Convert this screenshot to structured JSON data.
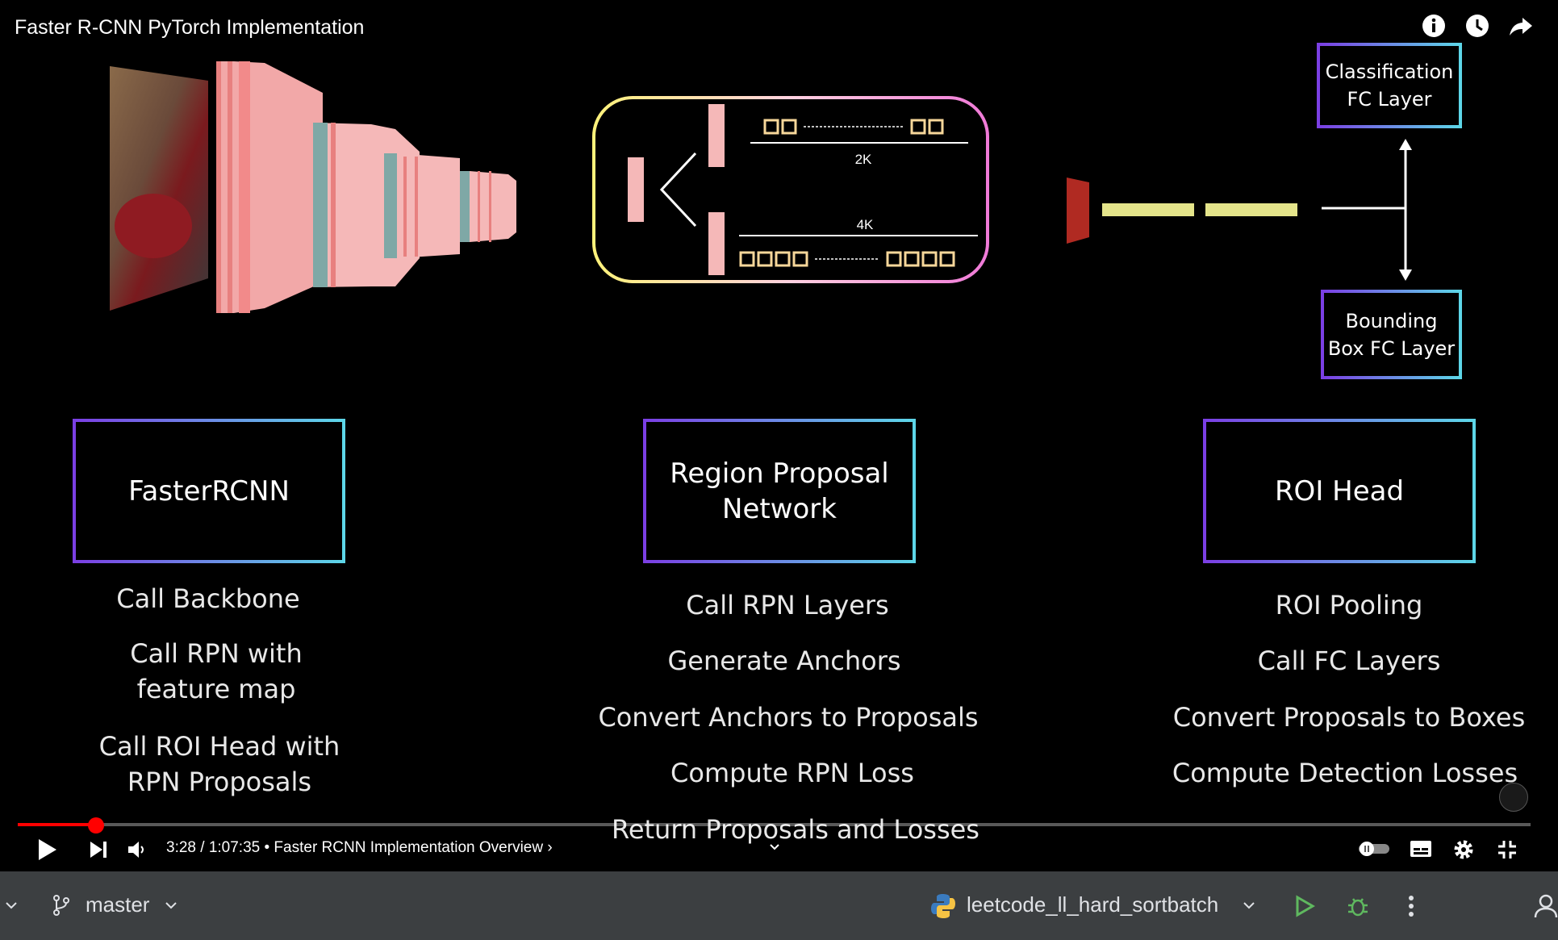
{
  "video": {
    "title": "Faster R-CNN PyTorch Implementation",
    "diagram": {
      "rpn_top_label": "2K",
      "rpn_bottom_label": "4K",
      "classification_box": [
        "Classification",
        "FC Layer"
      ],
      "bbox_box": [
        "Bounding",
        "Box FC Layer"
      ]
    },
    "columns": [
      {
        "header": [
          "FasterRCNN"
        ],
        "items": [
          [
            "Call Backbone"
          ],
          [
            "Call RPN with",
            "feature map"
          ],
          [
            "Call ROI Head with",
            "RPN Proposals"
          ]
        ]
      },
      {
        "header": [
          "Region Proposal",
          "Network"
        ],
        "items": [
          [
            "Call RPN Layers"
          ],
          [
            "Generate Anchors"
          ],
          [
            "Convert Anchors to Proposals"
          ],
          [
            "Compute RPN Loss"
          ],
          [
            "Return Proposals and Losses"
          ]
        ]
      },
      {
        "header": [
          "ROI Head"
        ],
        "items": [
          [
            "ROI Pooling"
          ],
          [
            "Call FC Layers"
          ],
          [
            "Convert Proposals to Boxes"
          ],
          [
            "Compute Detection Losses"
          ]
        ]
      }
    ]
  },
  "player": {
    "progress_fraction": 0.0517,
    "time": "3:28 / 1:07:35",
    "chapter": "• Faster RCNN Implementation Overview",
    "chapter_chevron": "›",
    "progress_color": "#ff0000"
  },
  "ide": {
    "branch": "master",
    "run_config": "leetcode_ll_hard_sortbatch",
    "bg_color": "#3c3f41"
  }
}
